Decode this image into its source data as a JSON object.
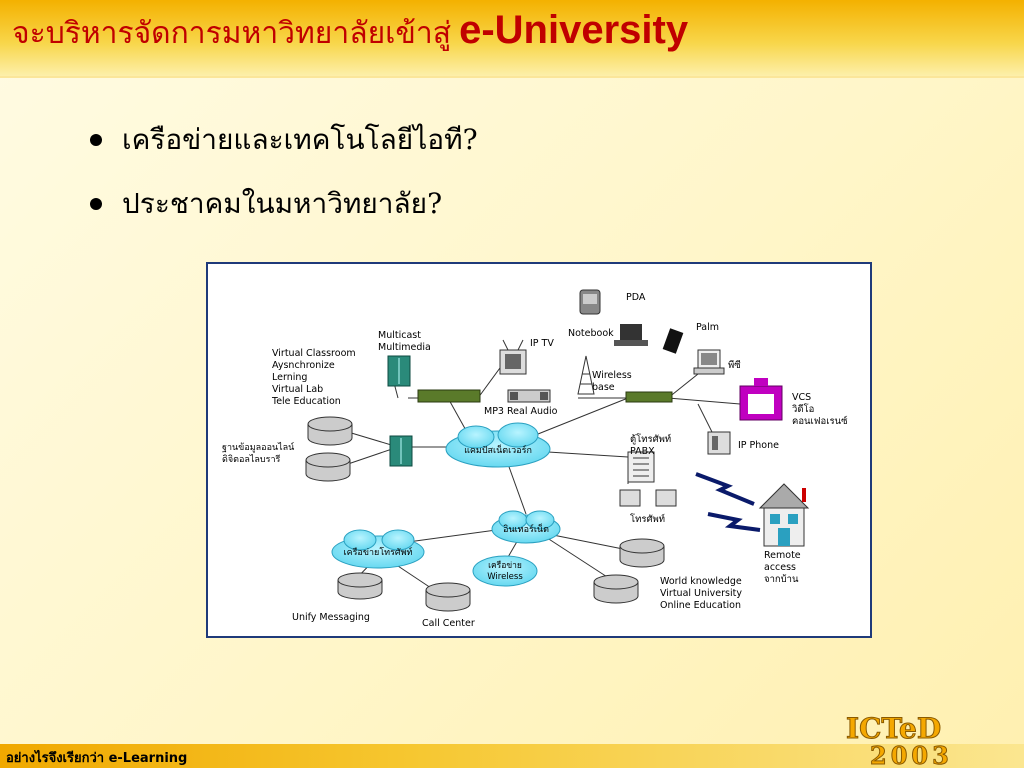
{
  "slide": {
    "title_thai": "จะบริหารจัดการมหาวิทยาลัยเข้าสู่",
    "title_en": "e-University",
    "bullets": [
      "เครือข่ายและเทคโนโลยีไอที?",
      "ประชาคมในมหาวิทยาลัย?"
    ],
    "footer": "อย่างไรจึงเรียกว่า e-Learning",
    "logo": {
      "top": "ICTeD",
      "bottom": "2003"
    }
  },
  "diagram": {
    "labels": {
      "pda": "PDA",
      "notebook": "Notebook",
      "palm": "Palm",
      "multicast": "Multicast",
      "multimedia": "Multimedia",
      "iptv": "IP TV",
      "virtual_classroom": [
        "Virtual Classroom",
        "Aysnchronize",
        "Lerning",
        "Virtual Lab",
        "Tele Education"
      ],
      "wireless_base": [
        "Wireless",
        "base"
      ],
      "mp3": "MP3 Real Audio",
      "pc": "พีซี",
      "vcs": [
        "VCS",
        "วิดีโอ",
        "คอนเฟอเรนซ์"
      ],
      "library": [
        "ฐานข้อมูลออนไลน์",
        "ดิจิตอลไลบรารี"
      ],
      "campus_network": "แคมปัสเน็ตเวอร์ก",
      "pabx": [
        "ตู้โทรศัพท์",
        "PABX"
      ],
      "ip_phone": "IP Phone",
      "telephone": "โทรศัพท์",
      "internet": "อินเทอร์เน็ต",
      "phone_network": "เครือข่ายโทรศัพท์",
      "wireless_network": [
        "เครือข่าย",
        "Wireless"
      ],
      "remote_access": [
        "Remote",
        "access",
        "จากบ้าน"
      ],
      "world_knowledge": [
        "World knowledge",
        "Virtual University",
        "Online Education"
      ],
      "unify_messaging": "Unify Messaging",
      "call_center": "Call Center"
    }
  }
}
